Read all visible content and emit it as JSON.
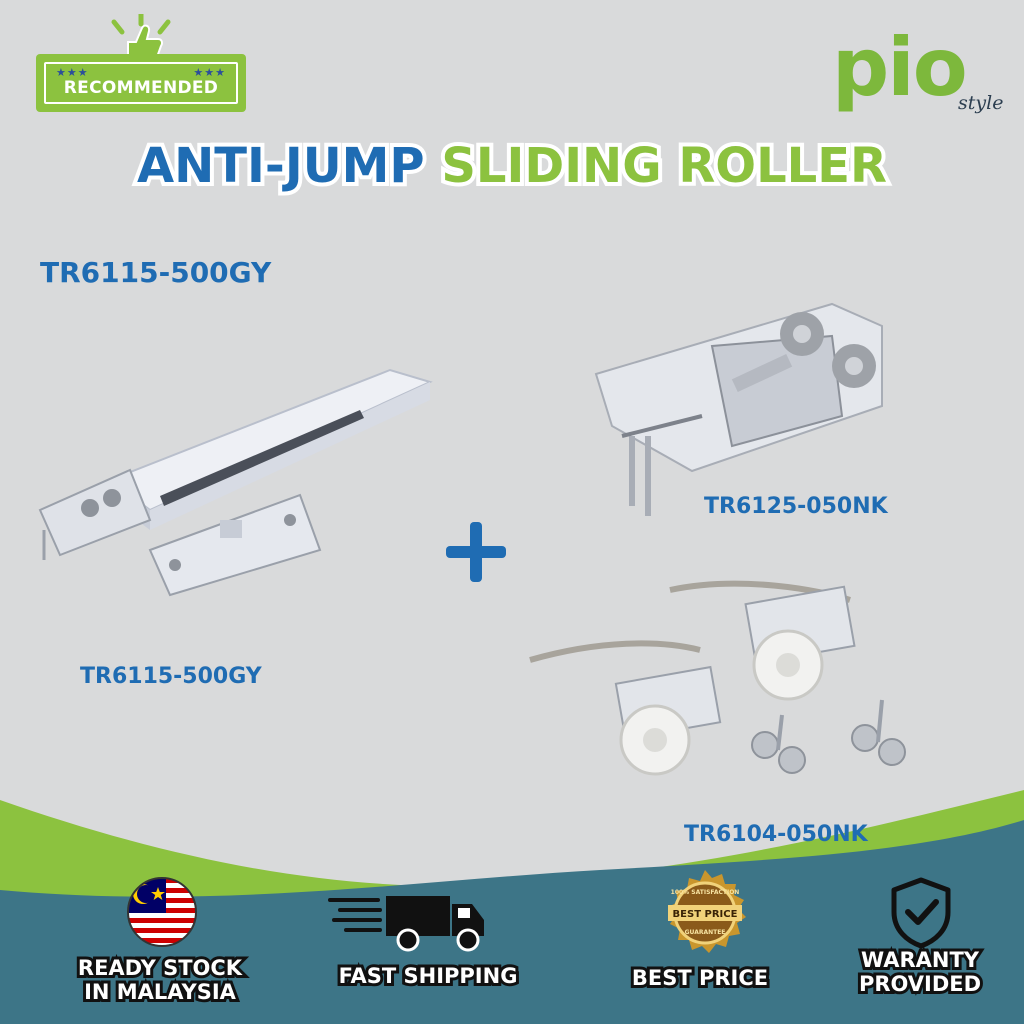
{
  "badge": {
    "text": "RECOMMENDED",
    "stars_left": "★★★",
    "stars_right": "★★★"
  },
  "logo": {
    "brand": "pio",
    "tagline": "style"
  },
  "headline": {
    "part1": "ANTI-JUMP",
    "part2": "SLIDING ROLLER"
  },
  "products": {
    "top_label": "TR6115-500GY",
    "left_label": "TR6115-500GY",
    "right_top_label": "TR6125-050NK",
    "right_bottom_label": "TR6104-050NK"
  },
  "features": [
    {
      "icon": "malaysia-flag-icon",
      "line1": "READY STOCK",
      "line2": "IN MALAYSIA"
    },
    {
      "icon": "truck-icon",
      "line1": "FAST SHIPPING",
      "line2": ""
    },
    {
      "icon": "best-price-seal-icon",
      "line1": "BEST PRICE",
      "line2": "",
      "seal_top": "100% SATISFACTION",
      "seal_mid": "BEST PRICE",
      "seal_bottom": "GUARANTEE"
    },
    {
      "icon": "shield-check-icon",
      "line1": "WARANTY",
      "line2": "PROVIDED"
    }
  ],
  "colors": {
    "brand_blue": "#1f6cb3",
    "brand_green": "#8cc23f",
    "background": "#d9dadb",
    "wave_teal": "#3d7587"
  }
}
